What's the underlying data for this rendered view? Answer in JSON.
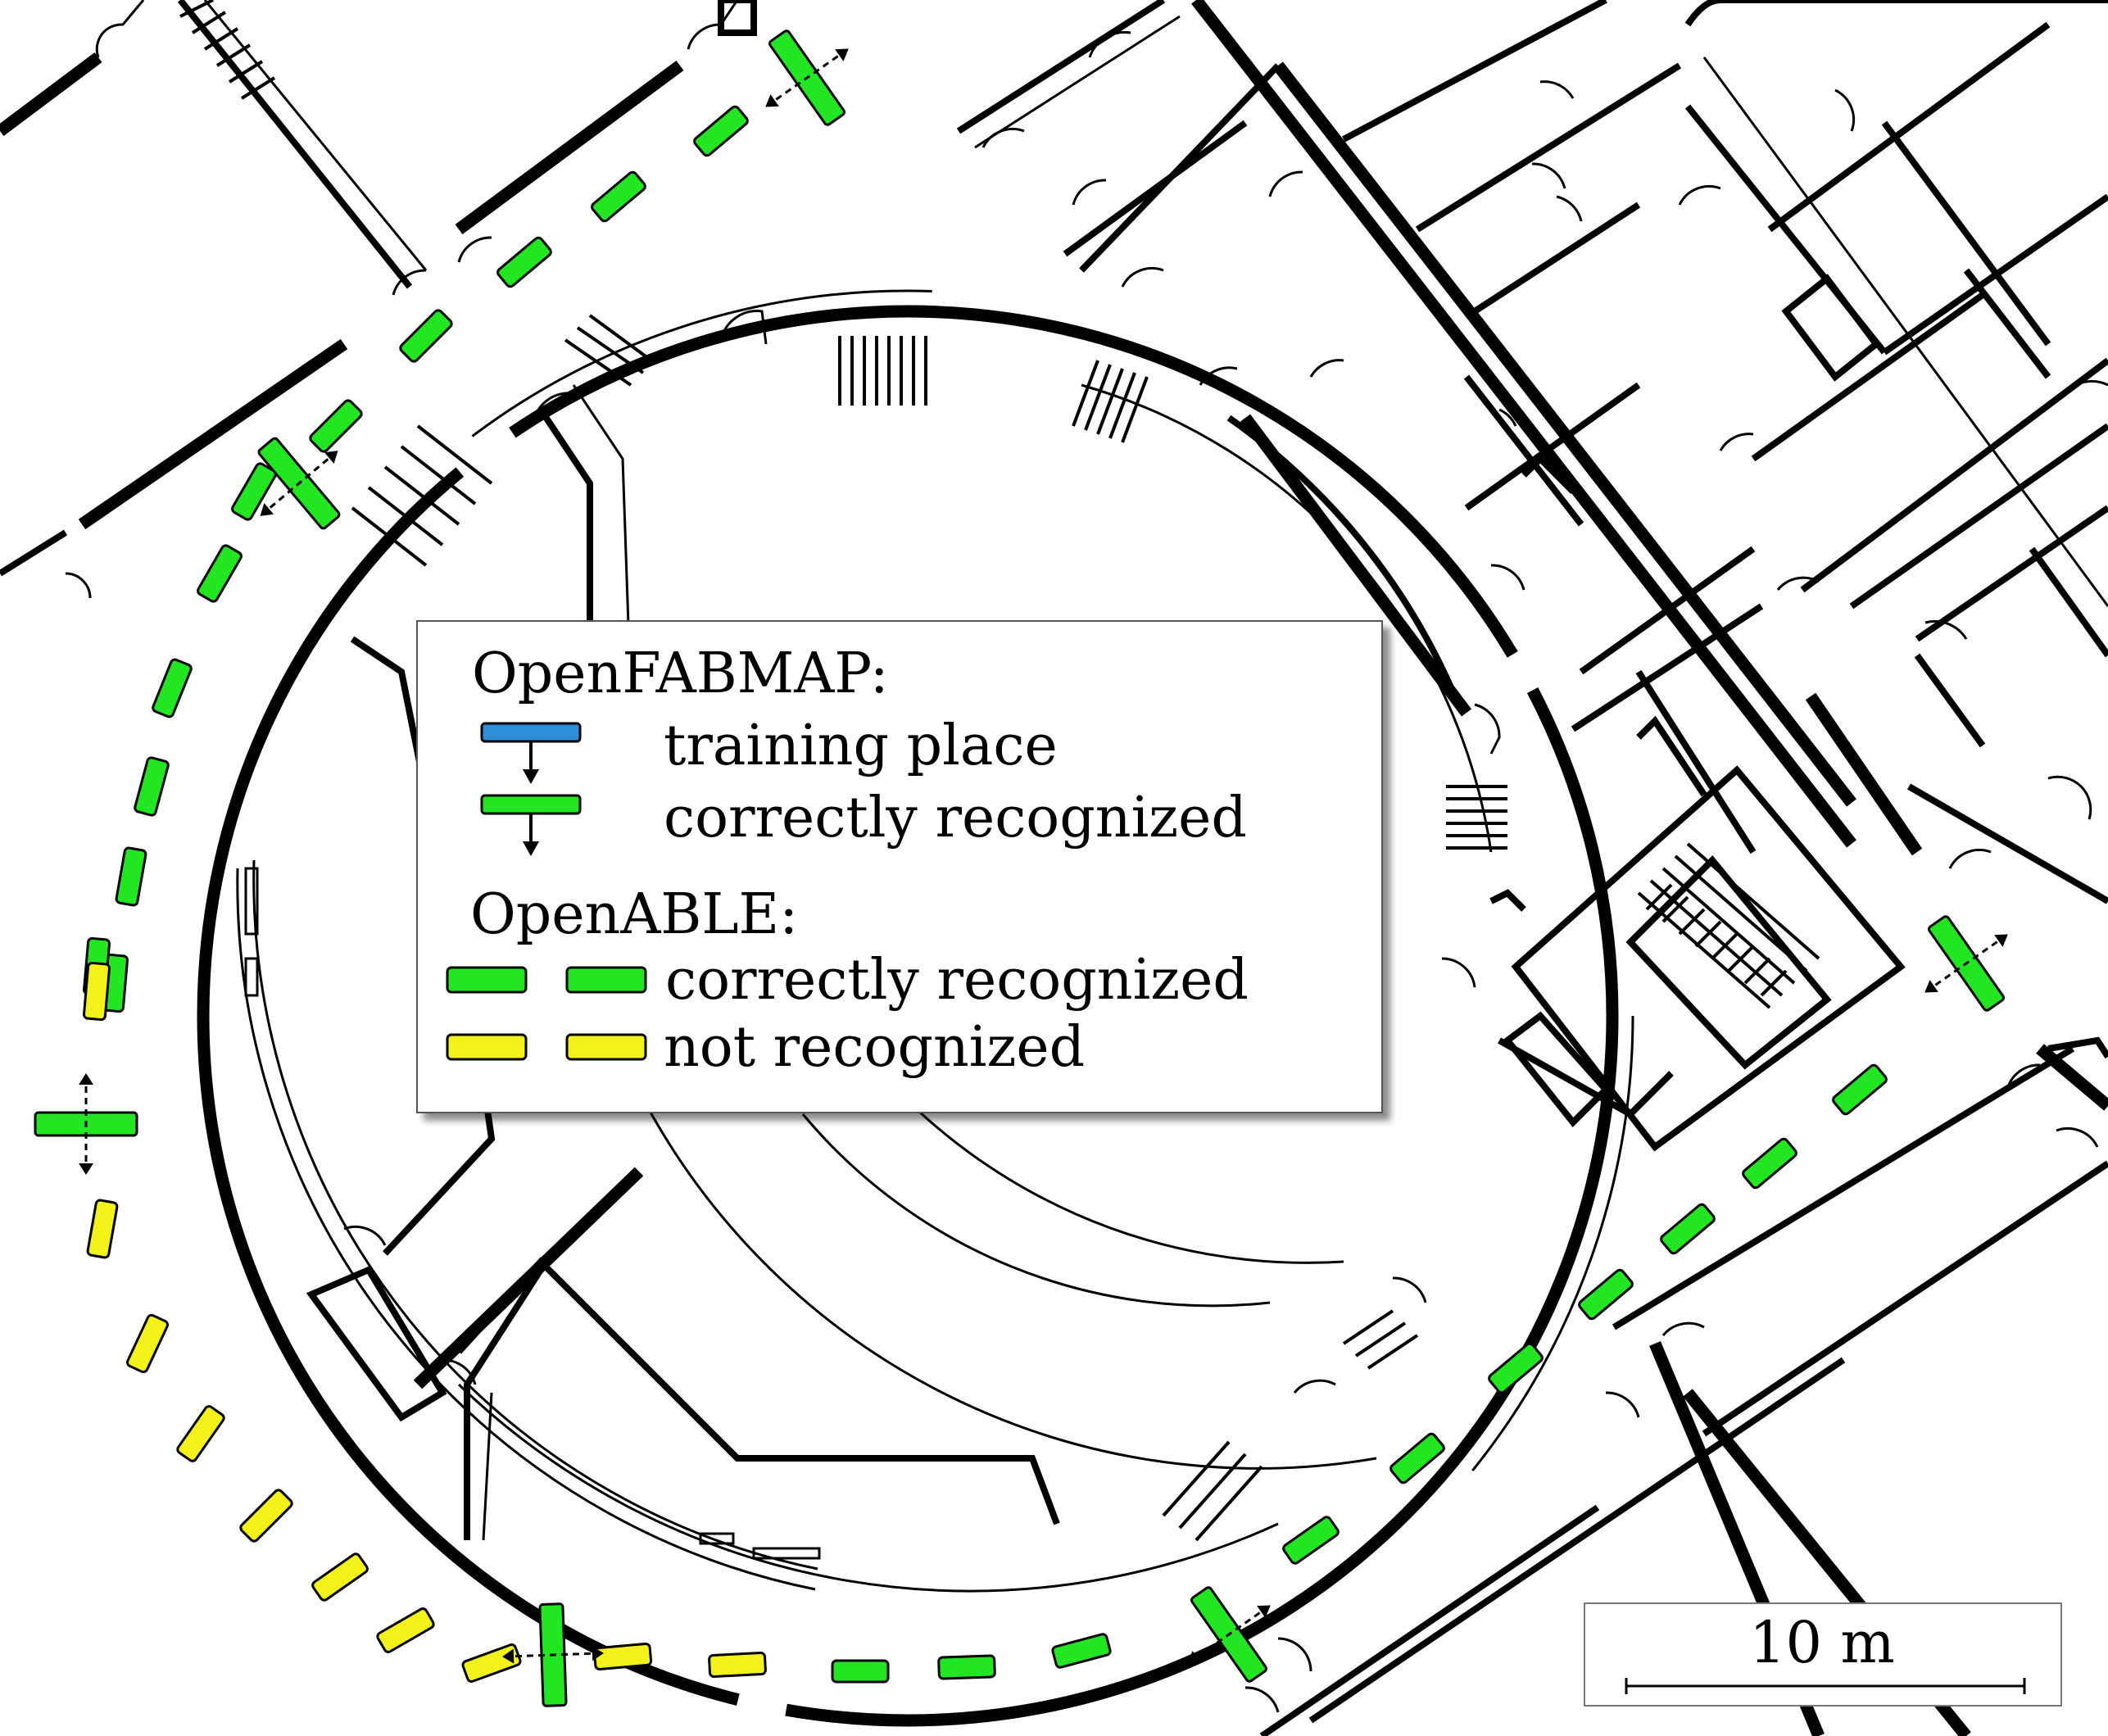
{
  "legend": {
    "openfabmap_heading": "OpenFABMAP:",
    "training_place": "training place",
    "fabmap_correct": "correctly recognized",
    "openable_heading": "OpenABLE:",
    "able_correct": "correctly recognized",
    "not_recognized": "not recognized"
  },
  "scale": {
    "label": "10 m"
  },
  "colors": {
    "training": "#2e8fd6",
    "recognized": "#22e622",
    "not_recognized": "#f2f21a",
    "wall": "#000000"
  }
}
